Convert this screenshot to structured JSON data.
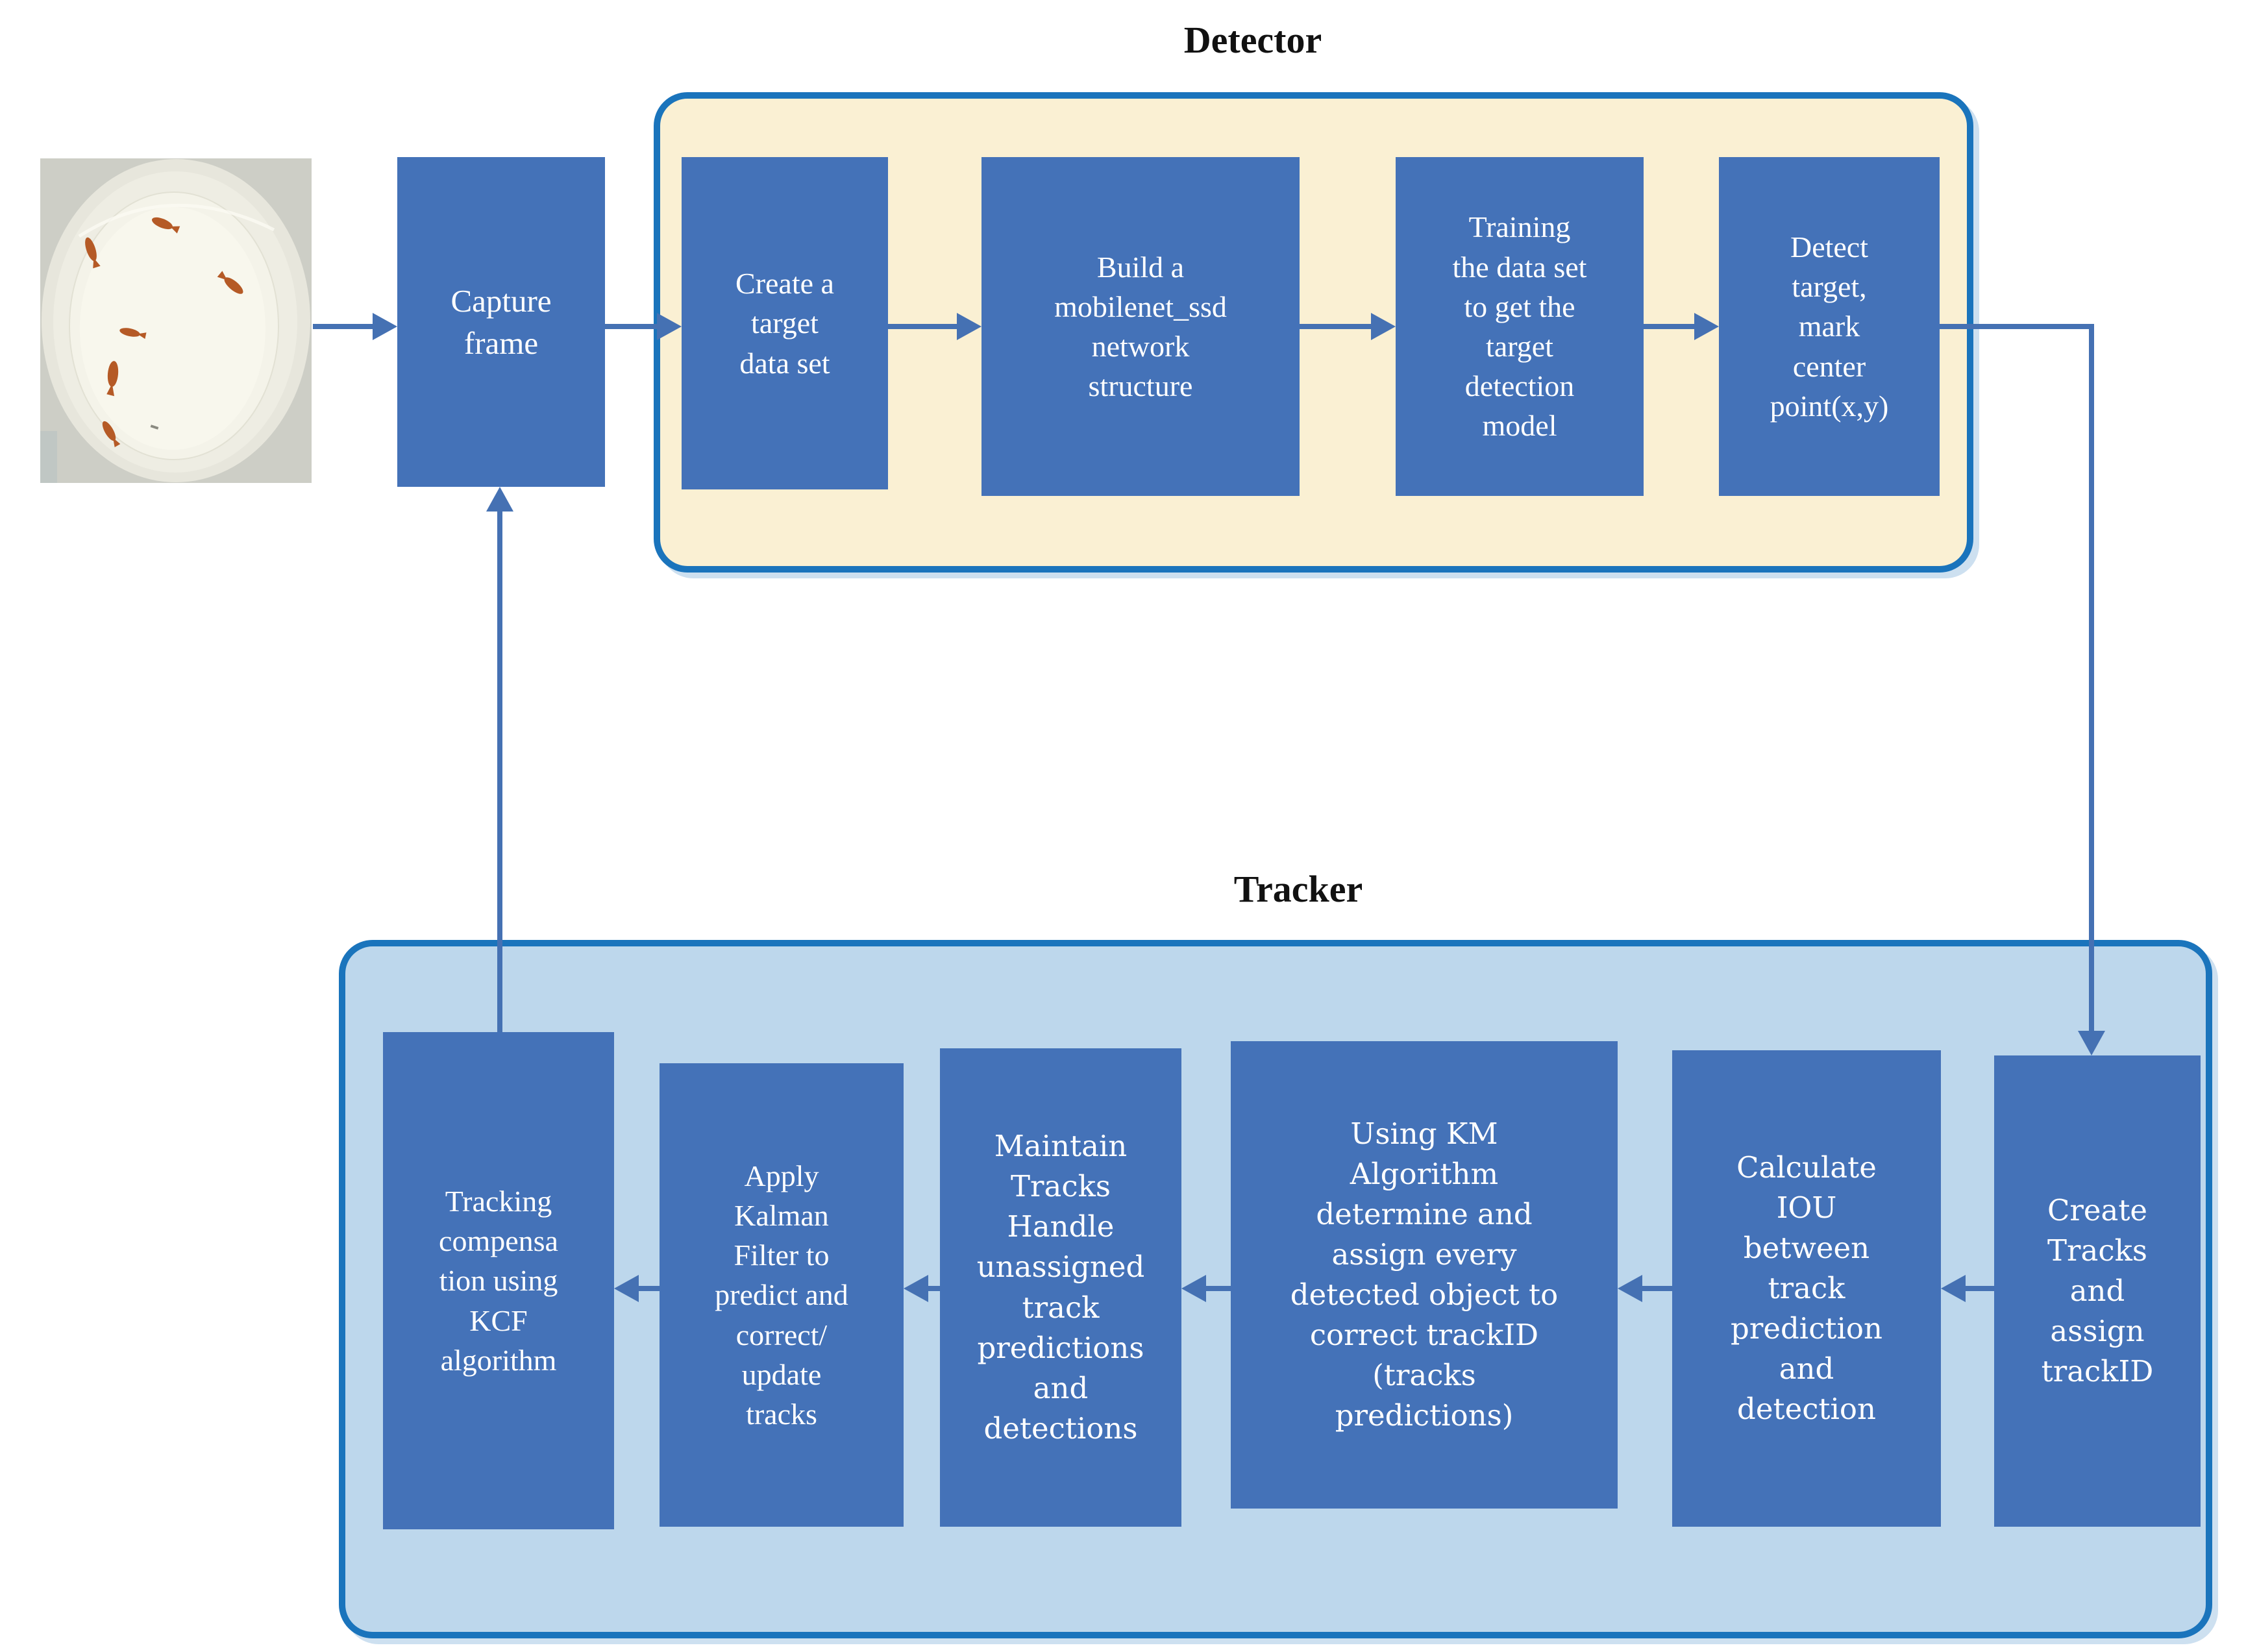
{
  "figure": {
    "detector": {
      "title": "Detector",
      "boxes": [
        {
          "label": "Create a\ntarget\ndata set"
        },
        {
          "label": "Build a\nmobilenet_ssd\nnetwork\nstructure"
        },
        {
          "label": "Training\nthe data set\nto get the\ntarget\ndetection\nmodel"
        },
        {
          "label": "Detect\ntarget,\nmark\ncenter\npoint(x,y)"
        }
      ]
    },
    "tracker": {
      "title": "Tracker",
      "boxes": [
        {
          "label": "Create\nTracks\nand\nassign\ntrackID"
        },
        {
          "label": "Calculate\nIOU\nbetween\ntrack\nprediction\nand\ndetection"
        },
        {
          "label": "Using KM\nAlgorithm\ndetermine and\nassign every\ndetected object to\ncorrect trackID\n(tracks\npredictions)"
        },
        {
          "label": "Maintain\nTracks\nHandle\nunassigned\ntrack\npredictions\nand\ndetections"
        },
        {
          "label": "Apply\nKalman\nFilter to\npredict and\ncorrect/\nupdate\ntracks"
        },
        {
          "label": "Tracking\ncompensa\ntion using\nKCF\nalgorithm"
        }
      ]
    },
    "capture": {
      "label": "Capture\nframe"
    },
    "colors": {
      "box_fill": "#4472b8",
      "container_border": "#1a74bc",
      "detector_fill": "#faf0d3",
      "tracker_fill": "#bdd7ec",
      "arrow": "#4571b3",
      "box_text": "#ffffff",
      "title_text": "#111111",
      "fish": "#b55a26"
    }
  }
}
